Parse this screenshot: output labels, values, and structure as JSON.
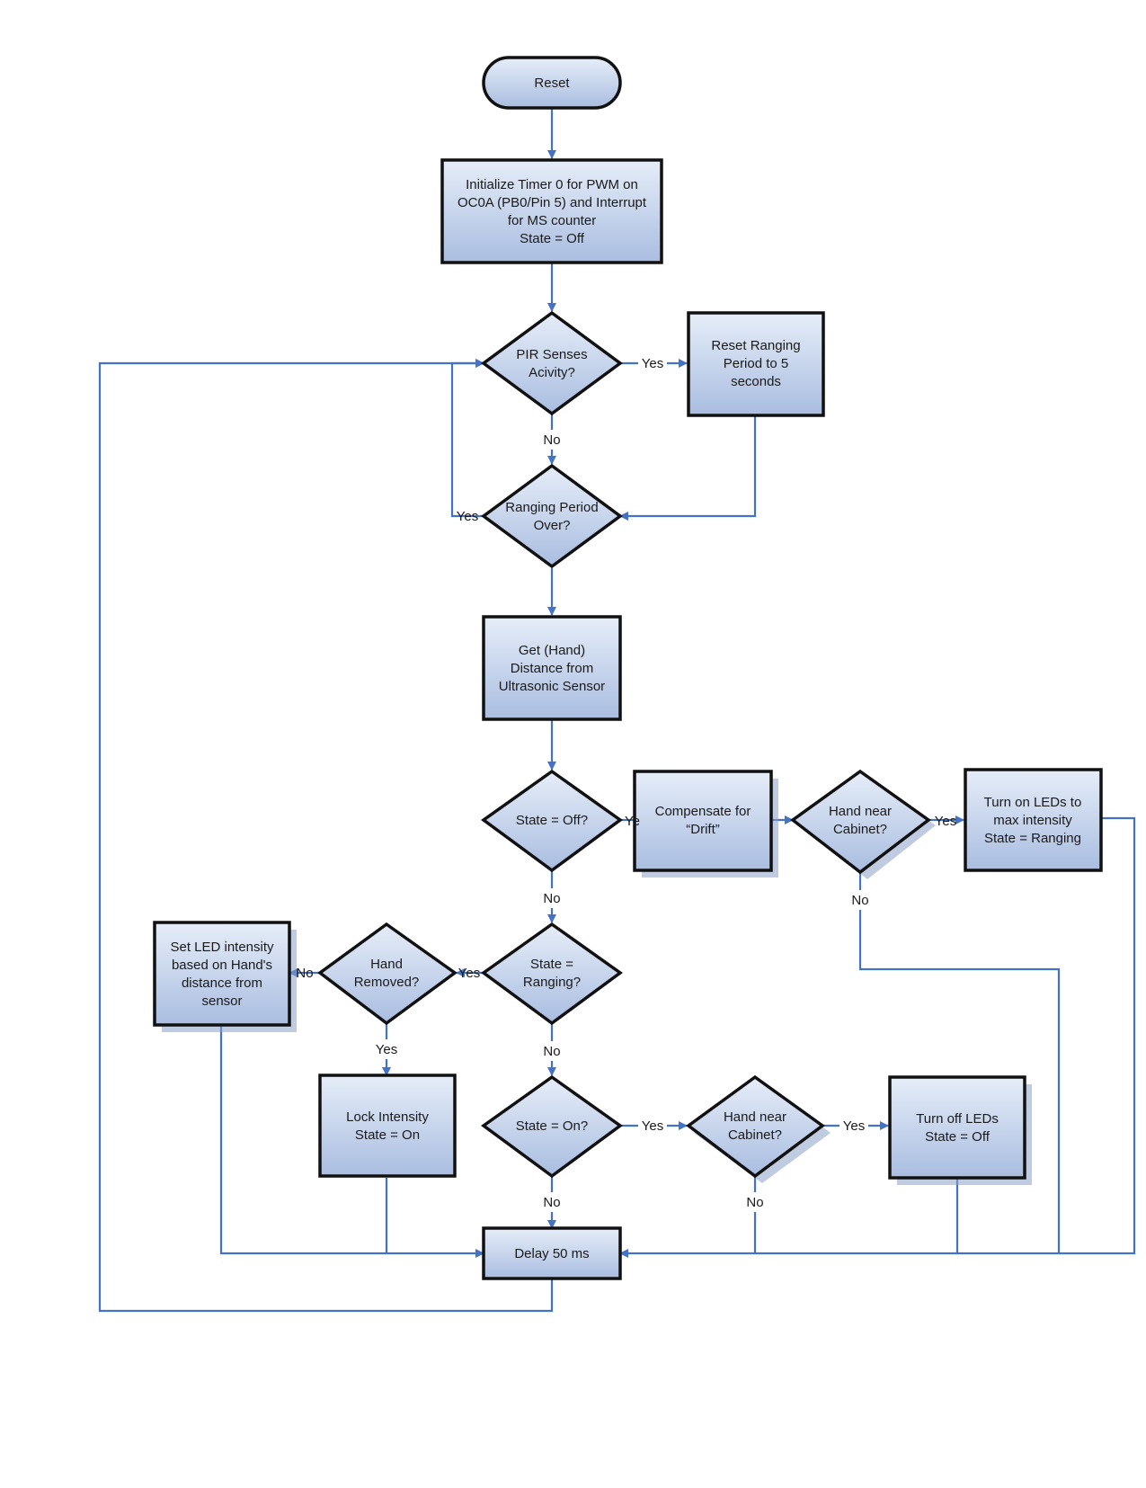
{
  "nodes": {
    "reset": [
      "Reset"
    ],
    "init": [
      "Initialize Timer 0 for PWM on",
      "OC0A (PB0/Pin 5) and Interrupt",
      "for MS counter",
      "State = Off"
    ],
    "pir": [
      "PIR Senses",
      "Acivity?"
    ],
    "reset_ranging": [
      "Reset Ranging",
      "Period to 5",
      "seconds"
    ],
    "ranging_over": [
      "Ranging Period",
      "Over?"
    ],
    "get_distance": [
      "Get (Hand)",
      "Distance from",
      "Ultrasonic Sensor"
    ],
    "state_off": [
      "State = Off?"
    ],
    "compensate": [
      "Compensate for",
      "“Drift”"
    ],
    "hand_near_1": [
      "Hand near",
      "Cabinet?"
    ],
    "turn_on": [
      "Turn on LEDs to",
      "max intensity",
      "State = Ranging"
    ],
    "state_ranging": [
      "State =",
      "Ranging?"
    ],
    "hand_removed": [
      "Hand",
      "Removed?"
    ],
    "set_led": [
      "Set LED intensity",
      "based on Hand's",
      "distance from",
      "sensor"
    ],
    "lock": [
      "Lock Intensity",
      "State = On"
    ],
    "state_on": [
      "State = On?"
    ],
    "hand_near_2": [
      "Hand near",
      "Cabinet?"
    ],
    "turn_off": [
      "Turn off LEDs",
      "State = Off"
    ],
    "delay": [
      "Delay 50 ms"
    ]
  },
  "edge_labels": {
    "pir_yes": "Yes",
    "pir_no": "No",
    "ranging_yes": "Yes",
    "off_yes": "Ye",
    "off_no": "No",
    "near1_yes": "Yes",
    "near1_no": "No",
    "removed_no": "No",
    "removed_yes": "Yes",
    "ranging_state_yes": "Yes",
    "ranging_state_no": "No",
    "on_yes": "Yes",
    "on_no": "No",
    "near2_yes": "Yes",
    "near2_no": "No"
  },
  "colors": {
    "node_fill_top": "#e6edf8",
    "node_fill_bottom": "#a9bde0",
    "node_border": "#111111",
    "edge": "#4472c4"
  }
}
